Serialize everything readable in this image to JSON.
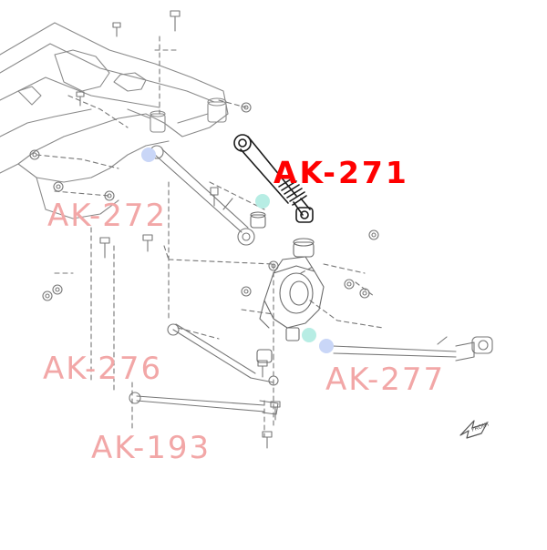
{
  "diagram": {
    "labels": {
      "ak271": "AK-271",
      "ak272": "AK-272",
      "ak276": "AK-276",
      "ak277": "AK-277",
      "ak193": "AK-193"
    },
    "front_arrow": "FRONT",
    "colors": {
      "highlight_label": "#ff0000",
      "faded_label": "#f2a7a7",
      "line_art": "#555555",
      "marker_blue": "#c9d6f7",
      "marker_teal": "#b7ede4",
      "highlight_part": "#1a1a1a"
    }
  }
}
